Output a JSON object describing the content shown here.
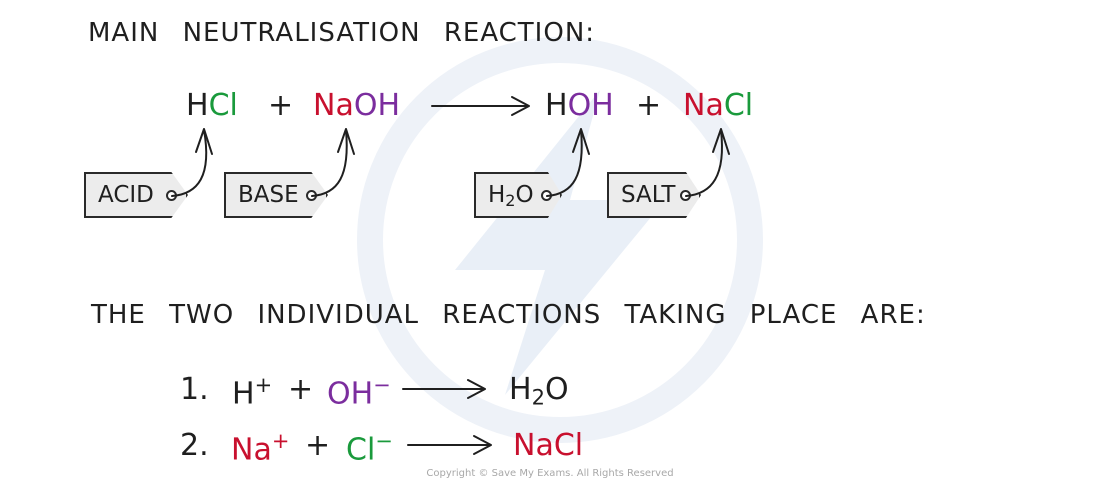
{
  "headings": {
    "main": "MAIN NEUTRALISATION REACTION:",
    "individual": "THE TWO INDIVIDUAL REACTIONS TAKING PLACE ARE:"
  },
  "colors": {
    "text": "#1f1f1f",
    "chlorine": "#1a9a3c",
    "sodium": "#c8102e",
    "hydroxide": "#7b2d9e",
    "tag_fill": "#ececec",
    "watermark": "#e8eef6"
  },
  "main_equation": {
    "hcl": {
      "h": "H",
      "cl": "Cl"
    },
    "plus_1": "+",
    "naoh": {
      "na": "Na",
      "oh": "OH"
    },
    "hoh": {
      "h": "H",
      "oh": "OH"
    },
    "plus_2": "+",
    "nacl": {
      "na": "Na",
      "cl": "Cl"
    }
  },
  "tags": {
    "acid": "ACID",
    "base": "BASE",
    "water": {
      "main": "H",
      "sub": "2",
      "end": "O"
    },
    "salt": "SALT"
  },
  "reactions": [
    {
      "number": "1.",
      "ion_1": {
        "symbol": "H",
        "charge": "+"
      },
      "plus": "+",
      "ion_2": {
        "symbol": "OH",
        "charge": "−"
      },
      "product": {
        "main": "H",
        "sub": "2",
        "end": "O"
      }
    },
    {
      "number": "2.",
      "ion_1": {
        "symbol": "Na",
        "charge": "+"
      },
      "plus": "+",
      "ion_2": {
        "symbol": "Cl",
        "charge": "−"
      },
      "product": "NaCl"
    }
  ],
  "icons": {
    "watermark": "lightning-bolt-logo-icon",
    "reaction_arrow": "right-arrow-icon",
    "pointer_arrow": "curved-arrow-icon",
    "tag": "label-tag-icon"
  },
  "copyright": "Copyright © Save My Exams. All Rights Reserved"
}
